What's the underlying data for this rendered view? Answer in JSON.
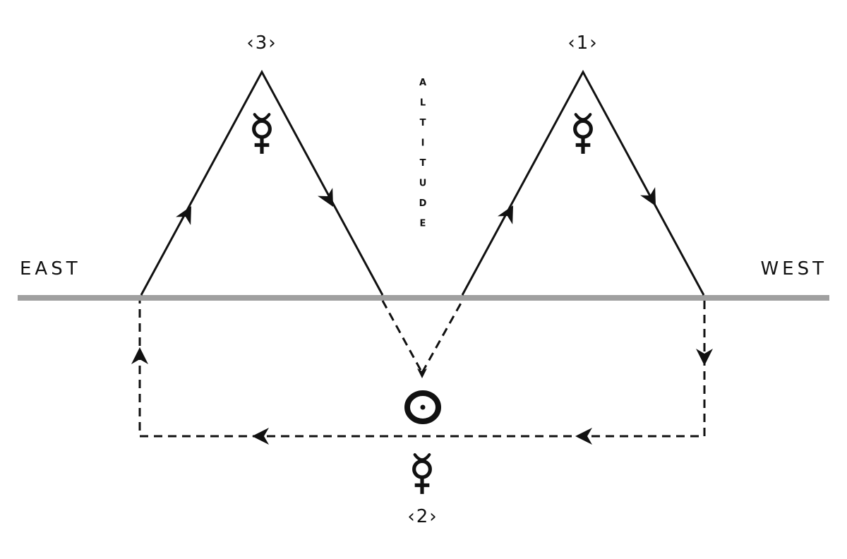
{
  "labels": {
    "east": "EAST",
    "west": "WEST",
    "altitude": "ALTITUDE",
    "position_1": "‹1›",
    "position_2": "‹2›",
    "position_3": "‹3›"
  },
  "icons": {
    "mercury": "mercury-symbol-icon",
    "sun": "sun-symbol-icon"
  },
  "colors": {
    "ink": "#111111",
    "horizon": "#a0a0a0"
  }
}
